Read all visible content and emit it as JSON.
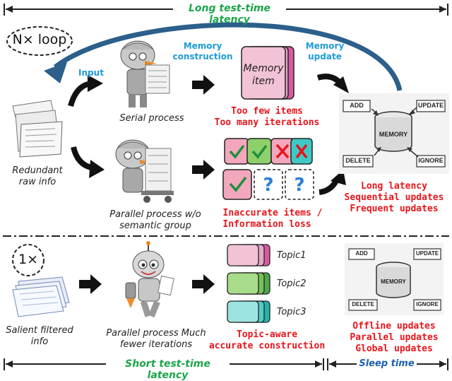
{
  "header": {
    "long_latency": "Long test-time latency"
  },
  "footer": {
    "short_latency": "Short test-time latency",
    "sleep_time": "Sleep time"
  },
  "top": {
    "loop_label": "N× loop",
    "input_label": "Input",
    "memory_construction": "Memory construction",
    "memory_update": "Memory update",
    "memory_item": "Memory item",
    "raw_info": "Redundant raw info",
    "serial_process": "Serial process",
    "parallel_process": "Parallel process w/o semantic group",
    "too_few": "Too few items",
    "too_many": "Too many iterations",
    "inaccurate": "Inaccurate items /",
    "info_loss": "Information loss",
    "long_latency": "Long latency",
    "sequential_updates": "Sequential updates",
    "frequent_updates": "Frequent updates",
    "ops": {
      "add": "ADD",
      "update": "UPDATE",
      "delete": "DELETE",
      "ignore": "IGNORE",
      "memory": "MEMORY"
    }
  },
  "bottom": {
    "loop_label": "1×",
    "filtered_info": "Salient filtered info",
    "parallel_process": "Parallel process Much fewer iterations",
    "topic1": "Topic1",
    "topic2": "Topic2",
    "topic3": "Topic3",
    "topic_aware": "Topic-aware",
    "accurate_construction": "accurate construction",
    "offline_updates": "Offline updates",
    "parallel_updates": "Parallel updates",
    "global_updates": "Global updates",
    "ops": {
      "add": "ADD",
      "update": "UPDATE",
      "delete": "DELETE",
      "ignore": "IGNORE",
      "memory": "MEMORY"
    }
  },
  "colors": {
    "green": "#1aa64a",
    "blue": "#1e9bd7",
    "red": "#e8141a",
    "pink": "#f2a7bd",
    "mint": "#c4efe2",
    "olive": "#8fd06a",
    "teal": "#3fc9c6",
    "magenta": "#d85a9f"
  }
}
